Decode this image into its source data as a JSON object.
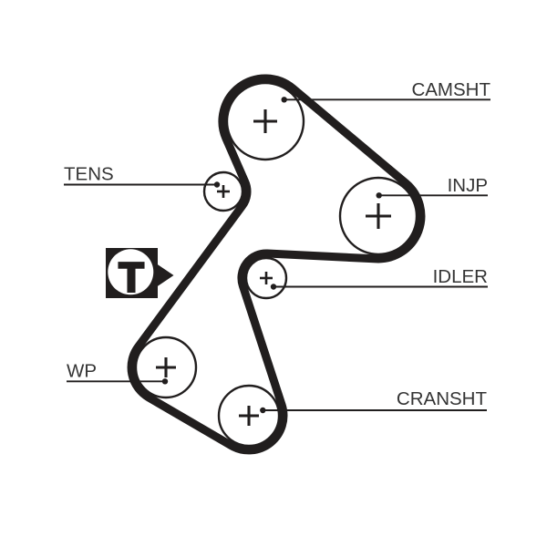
{
  "diagram": {
    "type": "timing-belt-routing",
    "colors": {
      "bg": "#ffffff",
      "line": "#211e1e",
      "text": "#343434"
    },
    "labels": {
      "camsht": "CAMSHT",
      "tens": "TENS",
      "injp": "INJP",
      "idler": "IDLER",
      "wp": "WP",
      "cransht": "CRANSHT"
    },
    "tension_marker": "T"
  }
}
